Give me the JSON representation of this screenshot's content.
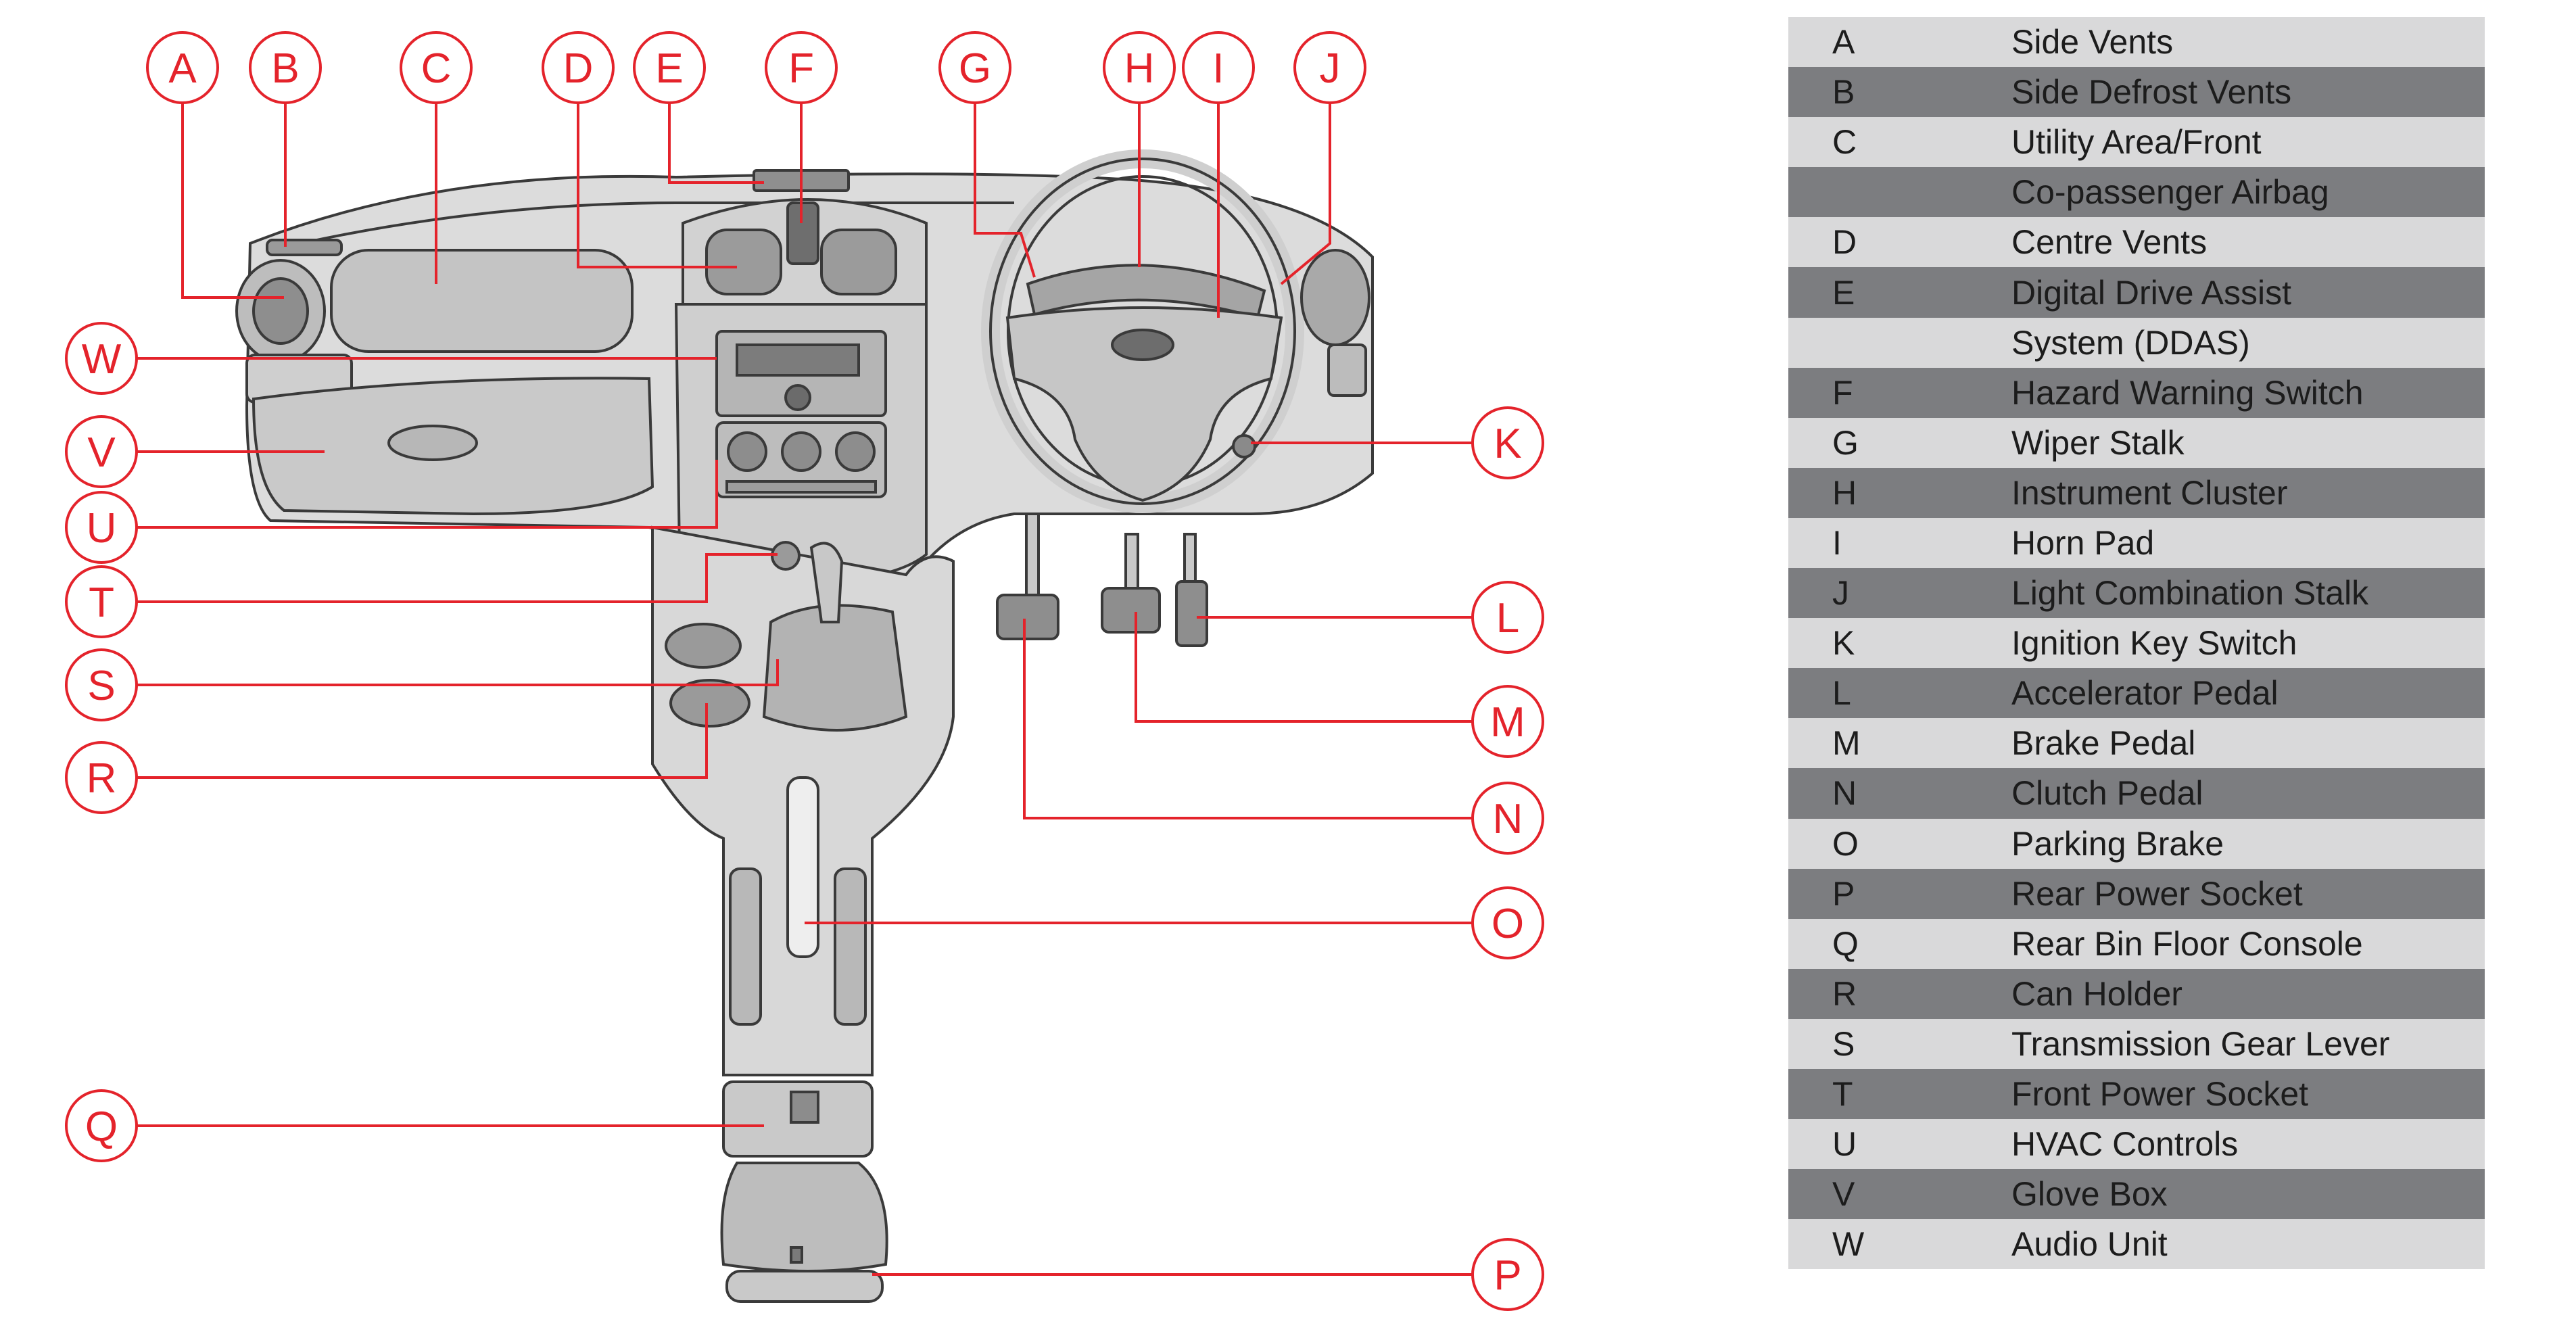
{
  "callouts": [
    {
      "letter": "A"
    },
    {
      "letter": "B"
    },
    {
      "letter": "C"
    },
    {
      "letter": "D"
    },
    {
      "letter": "E"
    },
    {
      "letter": "F"
    },
    {
      "letter": "G"
    },
    {
      "letter": "H"
    },
    {
      "letter": "I"
    },
    {
      "letter": "J"
    },
    {
      "letter": "K"
    },
    {
      "letter": "L"
    },
    {
      "letter": "M"
    },
    {
      "letter": "N"
    },
    {
      "letter": "O"
    },
    {
      "letter": "P"
    },
    {
      "letter": "Q"
    },
    {
      "letter": "R"
    },
    {
      "letter": "S"
    },
    {
      "letter": "T"
    },
    {
      "letter": "U"
    },
    {
      "letter": "V"
    },
    {
      "letter": "W"
    }
  ],
  "legend": [
    {
      "key": "A",
      "label": "Side Vents"
    },
    {
      "key": "B",
      "label": "Side Defrost Vents"
    },
    {
      "key": "C",
      "label": "Utility Area/Front"
    },
    {
      "key": "",
      "label": "Co-passenger Airbag"
    },
    {
      "key": "D",
      "label": "Centre Vents"
    },
    {
      "key": "E",
      "label": "Digital Drive Assist"
    },
    {
      "key": "",
      "label": "System (DDAS)"
    },
    {
      "key": "F",
      "label": "Hazard Warning Switch"
    },
    {
      "key": "G",
      "label": "Wiper Stalk"
    },
    {
      "key": "H",
      "label": "Instrument Cluster"
    },
    {
      "key": "I",
      "label": "Horn Pad"
    },
    {
      "key": "J",
      "label": "Light Combination Stalk"
    },
    {
      "key": "K",
      "label": "Ignition Key Switch"
    },
    {
      "key": "L",
      "label": "Accelerator Pedal"
    },
    {
      "key": "M",
      "label": "Brake Pedal"
    },
    {
      "key": "N",
      "label": "Clutch Pedal"
    },
    {
      "key": "O",
      "label": "Parking Brake"
    },
    {
      "key": "P",
      "label": "Rear Power Socket"
    },
    {
      "key": "Q",
      "label": "Rear Bin Floor Console"
    },
    {
      "key": "R",
      "label": "Can Holder"
    },
    {
      "key": "S",
      "label": "Transmission Gear Lever"
    },
    {
      "key": "T",
      "label": "Front Power Socket"
    },
    {
      "key": "U",
      "label": "HVAC Controls"
    },
    {
      "key": "V",
      "label": "Glove Box"
    },
    {
      "key": "W",
      "label": "Audio Unit"
    }
  ],
  "colors": {
    "callout_red": "#e4232b",
    "row_light": "#d9d9da",
    "row_dark": "#7c7d80"
  }
}
